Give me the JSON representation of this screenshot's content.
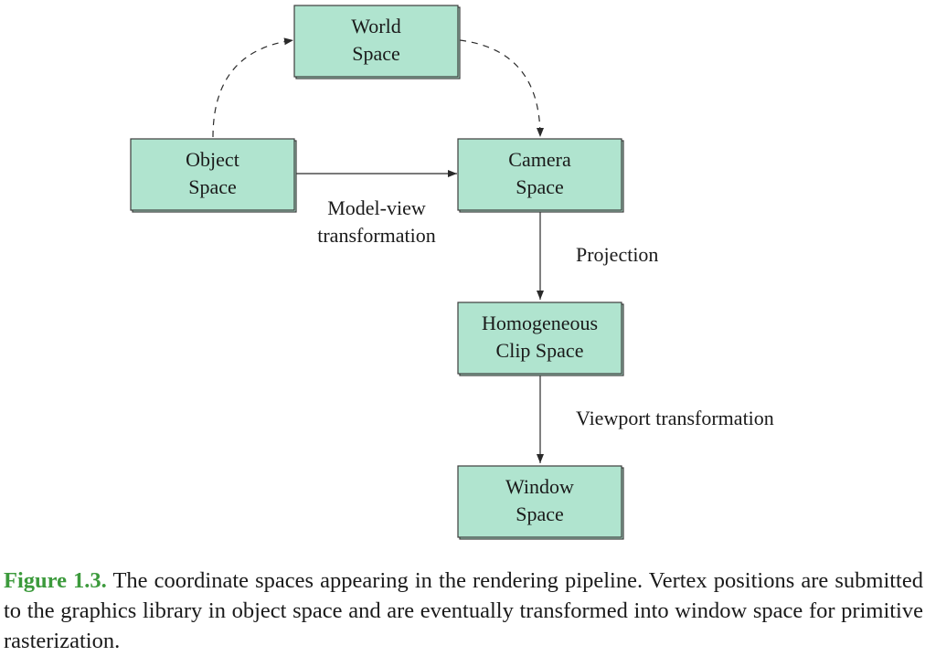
{
  "diagram": {
    "nodes": {
      "world": [
        "World",
        "Space"
      ],
      "object": [
        "Object",
        "Space"
      ],
      "camera": [
        "Camera",
        "Space"
      ],
      "clip": [
        "Homogeneous",
        "Clip Space"
      ],
      "window": [
        "Window",
        "Space"
      ]
    },
    "edge_labels": {
      "model_view": [
        "Model-view",
        "transformation"
      ],
      "projection": "Projection",
      "viewport": "Viewport transformation"
    },
    "colors": {
      "node_fill": "#b0e4cf",
      "caption_label": "#3c9a3c"
    }
  },
  "caption": {
    "label": "Figure 1.3.",
    "text": " The coordinate spaces appearing in the rendering pipeline. Vertex positions are submitted to the graphics library in object space and are eventually transformed into window space for primitive rasterization."
  }
}
